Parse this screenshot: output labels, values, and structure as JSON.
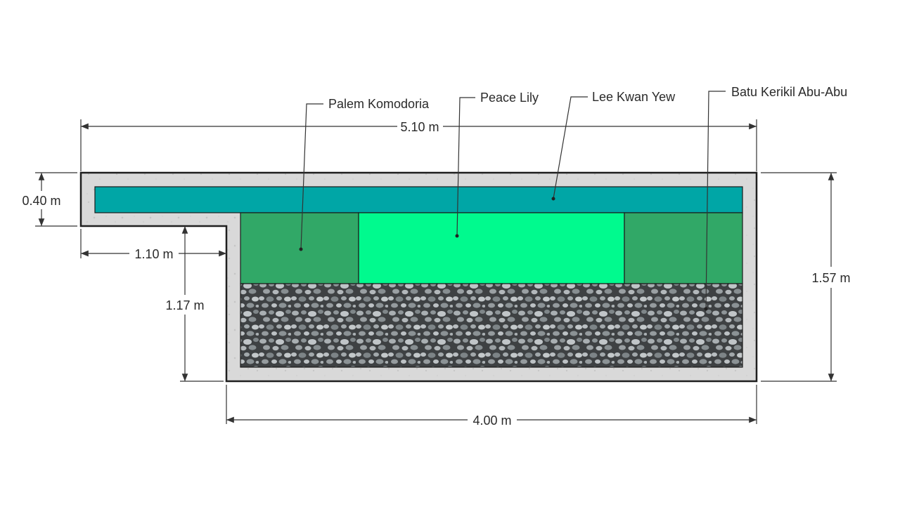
{
  "colors": {
    "background": "#ffffff",
    "concrete": "#d9d9d9",
    "concrete_speckle": "#c4c4c4",
    "outline": "#1f1f1f",
    "lee_kwan_yew": "#00a6a6",
    "palem_komodoria": "#31a867",
    "peace_lily": "#00fa8e",
    "gravel_dark": "#4d5052",
    "gravel_light": "#b7bcbf",
    "text": "#2a2a2a"
  },
  "callouts": [
    {
      "id": "palem",
      "label": "Palem Komodoria"
    },
    {
      "id": "peace",
      "label": "Peace Lily"
    },
    {
      "id": "lkw",
      "label": "Lee Kwan Yew"
    },
    {
      "id": "gravel",
      "label": "Batu Kerikil Abu-Abu"
    }
  ],
  "dimensions": {
    "total_width": "5.10 m",
    "top_height": "0.40 m",
    "ledge_width": "1.10 m",
    "lower_height": "1.17 m",
    "total_height": "1.57 m",
    "bottom_width": "4.00 m"
  }
}
